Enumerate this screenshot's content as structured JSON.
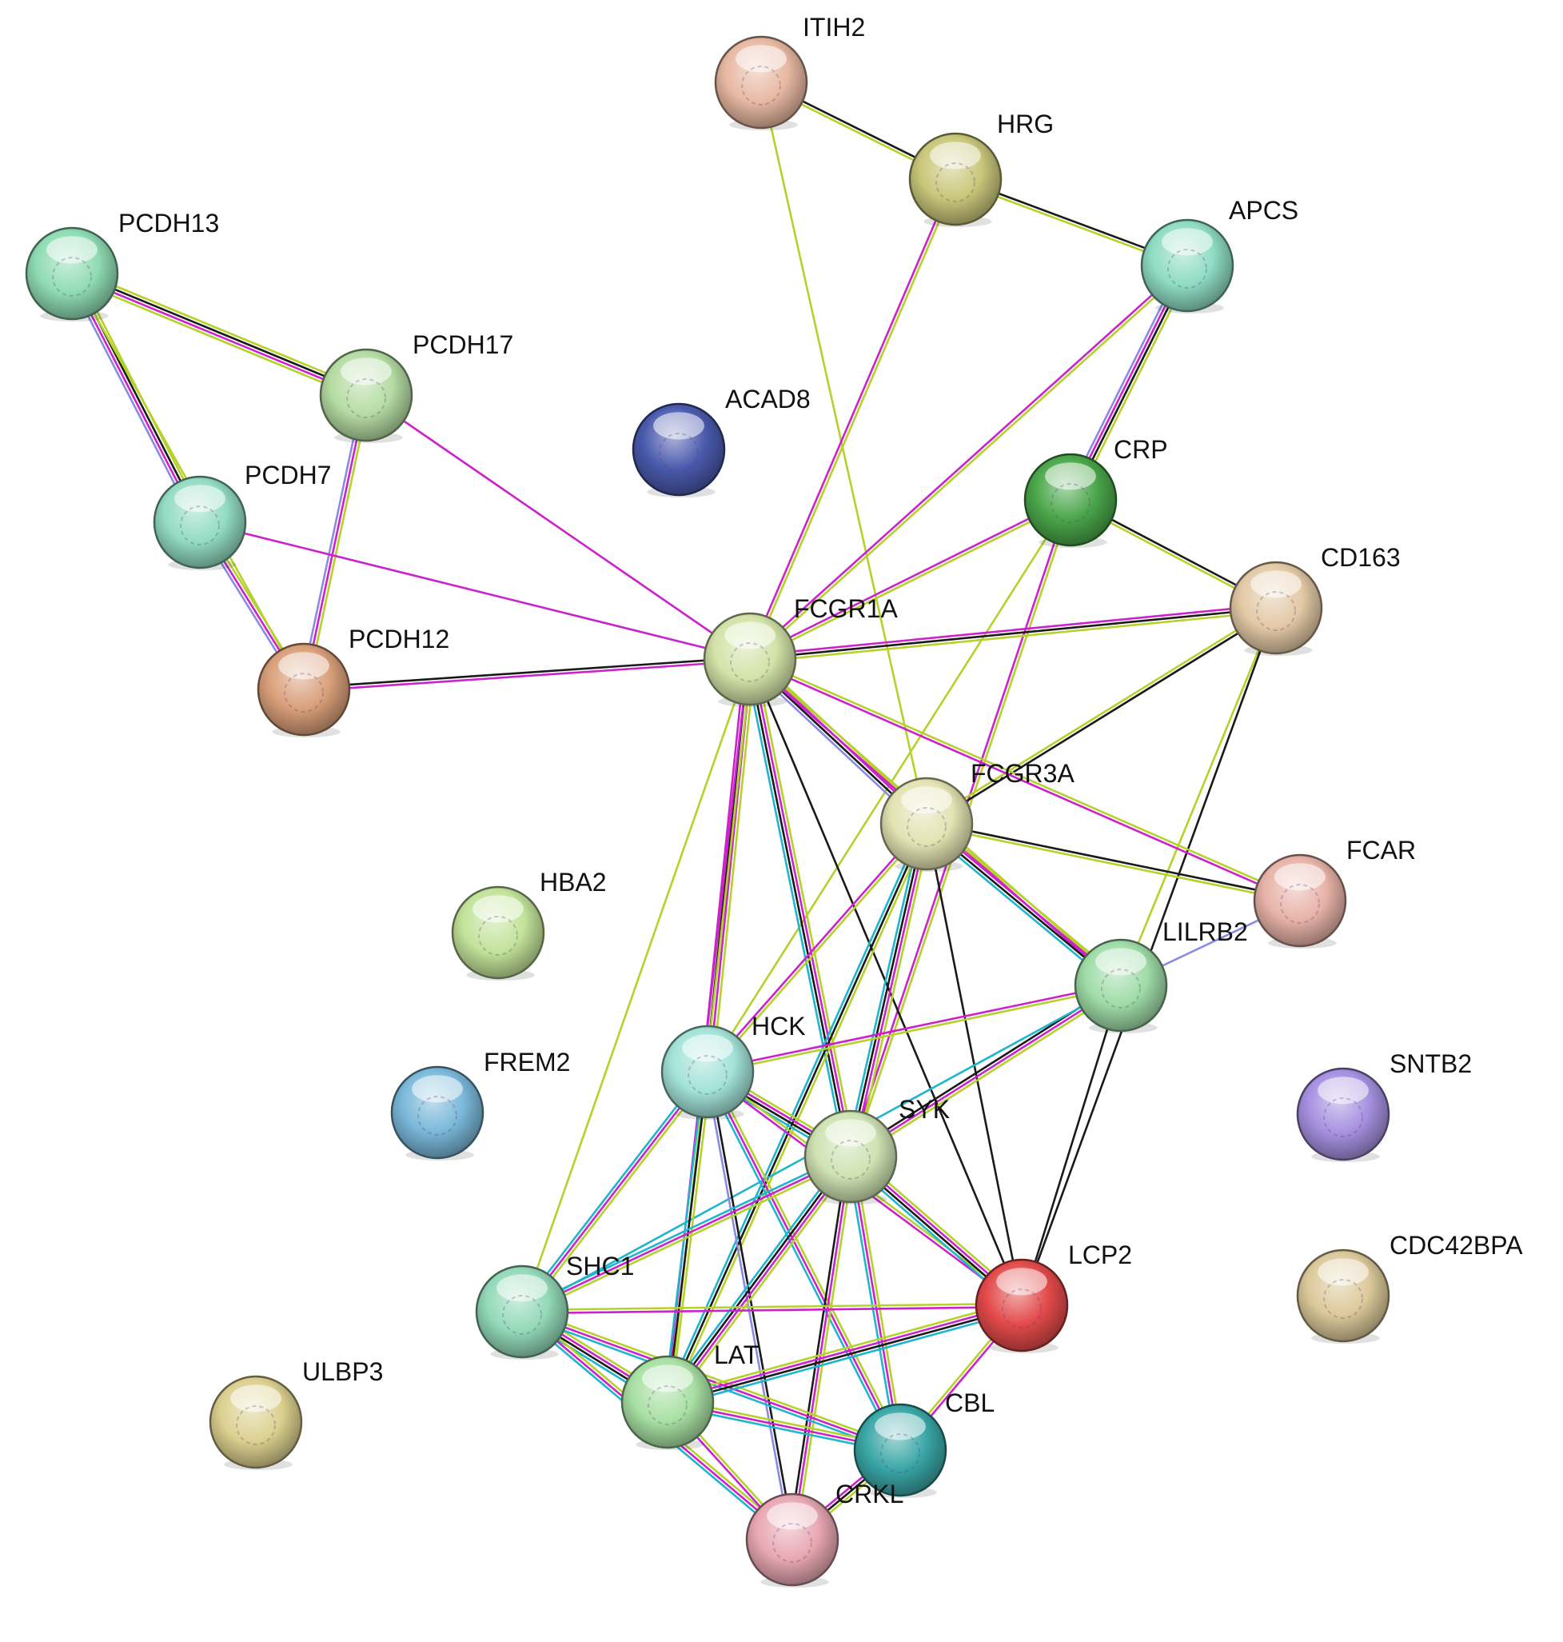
{
  "colors": {
    "edge_types": {
      "k": "#1a1a1a",
      "m": "#cc22cc",
      "y": "#b5d12a",
      "c": "#1fb5cf",
      "b": "#8a8ae6"
    }
  },
  "nodes": [
    {
      "id": "ITIH2",
      "label": "ITIH2",
      "color": "#e8b9a3"
    },
    {
      "id": "HRG",
      "label": "HRG",
      "color": "#c9c77a"
    },
    {
      "id": "APCS",
      "label": "APCS",
      "color": "#8fdcc3"
    },
    {
      "id": "PCDH13",
      "label": "PCDH13",
      "color": "#8fdcb3"
    },
    {
      "id": "PCDH17",
      "label": "PCDH17",
      "color": "#b5dca3"
    },
    {
      "id": "ACAD8",
      "label": "ACAD8",
      "color": "#4a5aad"
    },
    {
      "id": "PCDH7",
      "label": "PCDH7",
      "color": "#93dcc3"
    },
    {
      "id": "CRP",
      "label": "CRP",
      "color": "#4aa64a"
    },
    {
      "id": "CD163",
      "label": "CD163",
      "color": "#e3c9a6"
    },
    {
      "id": "FCGR1A",
      "label": "FCGR1A",
      "color": "#d3e3a8"
    },
    {
      "id": "PCDH12",
      "label": "PCDH12",
      "color": "#d99f7a"
    },
    {
      "id": "FCGR3A",
      "label": "FCGR3A",
      "color": "#e3e3b3"
    },
    {
      "id": "FCAR",
      "label": "FCAR",
      "color": "#e8b3a8"
    },
    {
      "id": "HBA2",
      "label": "HBA2",
      "color": "#c3e39a"
    },
    {
      "id": "LILRB2",
      "label": "LILRB2",
      "color": "#9fdca8"
    },
    {
      "id": "HCK",
      "label": "HCK",
      "color": "#a3e3d8"
    },
    {
      "id": "FREM2",
      "label": "FREM2",
      "color": "#7ab8d9"
    },
    {
      "id": "SNTB2",
      "label": "SNTB2",
      "color": "#a690e0"
    },
    {
      "id": "SYK",
      "label": "SYK",
      "color": "#cfe3b3"
    },
    {
      "id": "SHC1",
      "label": "SHC1",
      "color": "#93d9b8"
    },
    {
      "id": "LCP2",
      "label": "LCP2",
      "color": "#e34a4a"
    },
    {
      "id": "CDC42BPA",
      "label": "CDC42BPA",
      "color": "#dcc99a"
    },
    {
      "id": "LAT",
      "label": "LAT",
      "color": "#a8e0a3"
    },
    {
      "id": "ULBP3",
      "label": "ULBP3",
      "color": "#dcd08f"
    },
    {
      "id": "CBL",
      "label": "CBL",
      "color": "#3aa6a6"
    },
    {
      "id": "CRKL",
      "label": "CRKL",
      "color": "#e8a8b3"
    }
  ],
  "edges": [
    {
      "a": "ITIH2",
      "b": "HRG",
      "types": "ky"
    },
    {
      "a": "ITIH2",
      "b": "FCGR3A",
      "types": "y"
    },
    {
      "a": "HRG",
      "b": "APCS",
      "types": "ky"
    },
    {
      "a": "HRG",
      "b": "FCGR1A",
      "types": "ym"
    },
    {
      "a": "APCS",
      "b": "CRP",
      "types": "ykmb"
    },
    {
      "a": "APCS",
      "b": "FCGR1A",
      "types": "ym"
    },
    {
      "a": "PCDH13",
      "b": "PCDH17",
      "types": "ykmy"
    },
    {
      "a": "PCDH13",
      "b": "PCDH7",
      "types": "ykmb"
    },
    {
      "a": "PCDH13",
      "b": "PCDH12",
      "types": "y"
    },
    {
      "a": "PCDH17",
      "b": "PCDH12",
      "types": "ymb"
    },
    {
      "a": "PCDH17",
      "b": "FCGR1A",
      "types": "m"
    },
    {
      "a": "PCDH7",
      "b": "PCDH12",
      "types": "ymb"
    },
    {
      "a": "PCDH7",
      "b": "FCGR1A",
      "types": "m"
    },
    {
      "a": "PCDH12",
      "b": "FCGR1A",
      "types": "km"
    },
    {
      "a": "CRP",
      "b": "FCGR1A",
      "types": "ym"
    },
    {
      "a": "CRP",
      "b": "CD163",
      "types": "ky"
    },
    {
      "a": "CRP",
      "b": "SYK",
      "types": "ym"
    },
    {
      "a": "CRP",
      "b": "HCK",
      "types": "y"
    },
    {
      "a": "CD163",
      "b": "FCGR1A",
      "types": "ykm"
    },
    {
      "a": "CD163",
      "b": "FCGR3A",
      "types": "ky"
    },
    {
      "a": "CD163",
      "b": "LILRB2",
      "types": "y"
    },
    {
      "a": "CD163",
      "b": "LCP2",
      "types": "k"
    },
    {
      "a": "FCGR1A",
      "b": "FCGR3A",
      "types": "ymkb"
    },
    {
      "a": "FCGR1A",
      "b": "FCAR",
      "types": "ym"
    },
    {
      "a": "FCGR1A",
      "b": "LILRB2",
      "types": "ym"
    },
    {
      "a": "FCGR1A",
      "b": "HCK",
      "types": "ymkm"
    },
    {
      "a": "FCGR1A",
      "b": "SYK",
      "types": "ymkc"
    },
    {
      "a": "FCGR1A",
      "b": "LCP2",
      "types": "k"
    },
    {
      "a": "FCGR1A",
      "b": "SHC1",
      "types": "y"
    },
    {
      "a": "FCGR1A",
      "b": "LAT",
      "types": "ym"
    },
    {
      "a": "FCGR3A",
      "b": "FCAR",
      "types": "ky"
    },
    {
      "a": "FCGR3A",
      "b": "LILRB2",
      "types": "ymkc"
    },
    {
      "a": "FCGR3A",
      "b": "HCK",
      "types": "ym"
    },
    {
      "a": "FCGR3A",
      "b": "SYK",
      "types": "ymkc"
    },
    {
      "a": "FCGR3A",
      "b": "LCP2",
      "types": "k"
    },
    {
      "a": "FCGR3A",
      "b": "LAT",
      "types": "ykc"
    },
    {
      "a": "FCAR",
      "b": "LILRB2",
      "types": "b"
    },
    {
      "a": "LILRB2",
      "b": "HCK",
      "types": "ym"
    },
    {
      "a": "LILRB2",
      "b": "SYK",
      "types": "ymk"
    },
    {
      "a": "LILRB2",
      "b": "LCP2",
      "types": "k"
    },
    {
      "a": "LILRB2",
      "b": "SHC1",
      "types": "c"
    },
    {
      "a": "HCK",
      "b": "SYK",
      "types": "ymkc"
    },
    {
      "a": "HCK",
      "b": "SHC1",
      "types": "ymc"
    },
    {
      "a": "HCK",
      "b": "LAT",
      "types": "ykc"
    },
    {
      "a": "HCK",
      "b": "CBL",
      "types": "ymc"
    },
    {
      "a": "HCK",
      "b": "CRKL",
      "types": "kb"
    },
    {
      "a": "HCK",
      "b": "LCP2",
      "types": "ym"
    },
    {
      "a": "SYK",
      "b": "LCP2",
      "types": "ymkc"
    },
    {
      "a": "SYK",
      "b": "SHC1",
      "types": "ymc"
    },
    {
      "a": "SYK",
      "b": "LAT",
      "types": "ymkc"
    },
    {
      "a": "SYK",
      "b": "CBL",
      "types": "ymc"
    },
    {
      "a": "SYK",
      "b": "CRKL",
      "types": "ymk"
    },
    {
      "a": "SHC1",
      "b": "LCP2",
      "types": "ym"
    },
    {
      "a": "SHC1",
      "b": "LAT",
      "types": "ymkc"
    },
    {
      "a": "SHC1",
      "b": "CBL",
      "types": "ymc"
    },
    {
      "a": "SHC1",
      "b": "CRKL",
      "types": "ymc"
    },
    {
      "a": "LAT",
      "b": "LCP2",
      "types": "ymkc"
    },
    {
      "a": "LAT",
      "b": "CBL",
      "types": "ymc"
    },
    {
      "a": "LAT",
      "b": "CRKL",
      "types": "ym"
    },
    {
      "a": "CBL",
      "b": "CRKL",
      "types": "ykm"
    },
    {
      "a": "CBL",
      "b": "LCP2",
      "types": "ym"
    }
  ]
}
